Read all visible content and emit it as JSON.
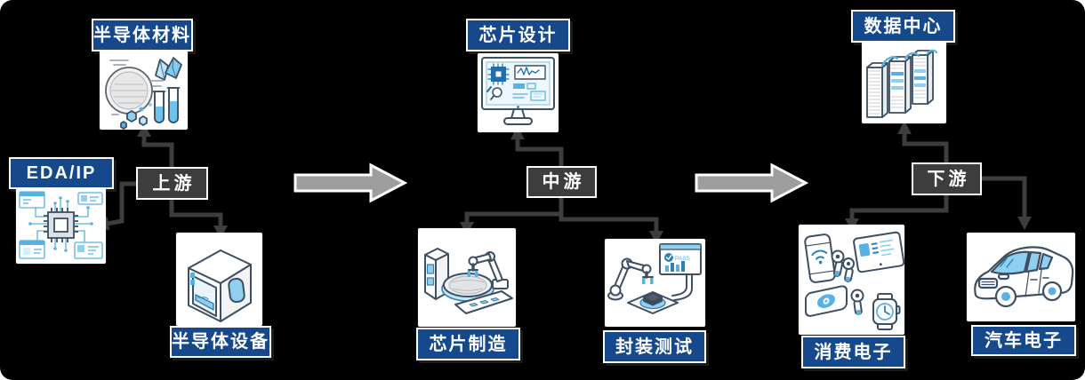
{
  "colors": {
    "background": "#000000",
    "label_bg": "#15498C",
    "label_text": "#FFFFFF",
    "stage_bg": "#3D3D3D",
    "connector": "#3D3D3D",
    "flow_arrow_fill": "#9D9D9D",
    "flow_arrow_outline": "#FFFFFF",
    "icon_accent_blue": "#57B1E3"
  },
  "stages": [
    {
      "id": "upstream",
      "label": "上游"
    },
    {
      "id": "midstream",
      "label": "中游"
    },
    {
      "id": "downstream",
      "label": "下游"
    }
  ],
  "flow": [
    "上游",
    "中游",
    "下游"
  ],
  "nodes": {
    "materials": {
      "label": "半导体材料",
      "icon": "wafer-crystals-icon"
    },
    "eda": {
      "label": "EDA/IP",
      "icon": "chip-circuit-icon"
    },
    "equipment": {
      "label": "半导体设备",
      "icon": "machine-icon"
    },
    "design": {
      "label": "芯片设计",
      "icon": "design-monitor-icon"
    },
    "manufacturing": {
      "label": "芯片制造",
      "icon": "wafer-fab-icon"
    },
    "testing": {
      "label": "封装测试",
      "icon": "robot-test-icon",
      "screen_text": "PASS"
    },
    "datacenter": {
      "label": "数据中心",
      "icon": "server-racks-icon"
    },
    "consumer": {
      "label": "消费电子",
      "icon": "consumer-devices-icon"
    },
    "automotive": {
      "label": "汽车电子",
      "icon": "car-icon"
    }
  },
  "connections": [
    {
      "from": "上游",
      "to": "半导体材料"
    },
    {
      "from": "上游",
      "to": "EDA/IP"
    },
    {
      "from": "上游",
      "to": "半导体设备"
    },
    {
      "from": "中游",
      "to": "芯片设计"
    },
    {
      "from": "中游",
      "to": "芯片制造"
    },
    {
      "from": "中游",
      "to": "封装测试"
    },
    {
      "from": "下游",
      "to": "数据中心"
    },
    {
      "from": "下游",
      "to": "消费电子"
    },
    {
      "from": "下游",
      "to": "汽车电子"
    }
  ]
}
